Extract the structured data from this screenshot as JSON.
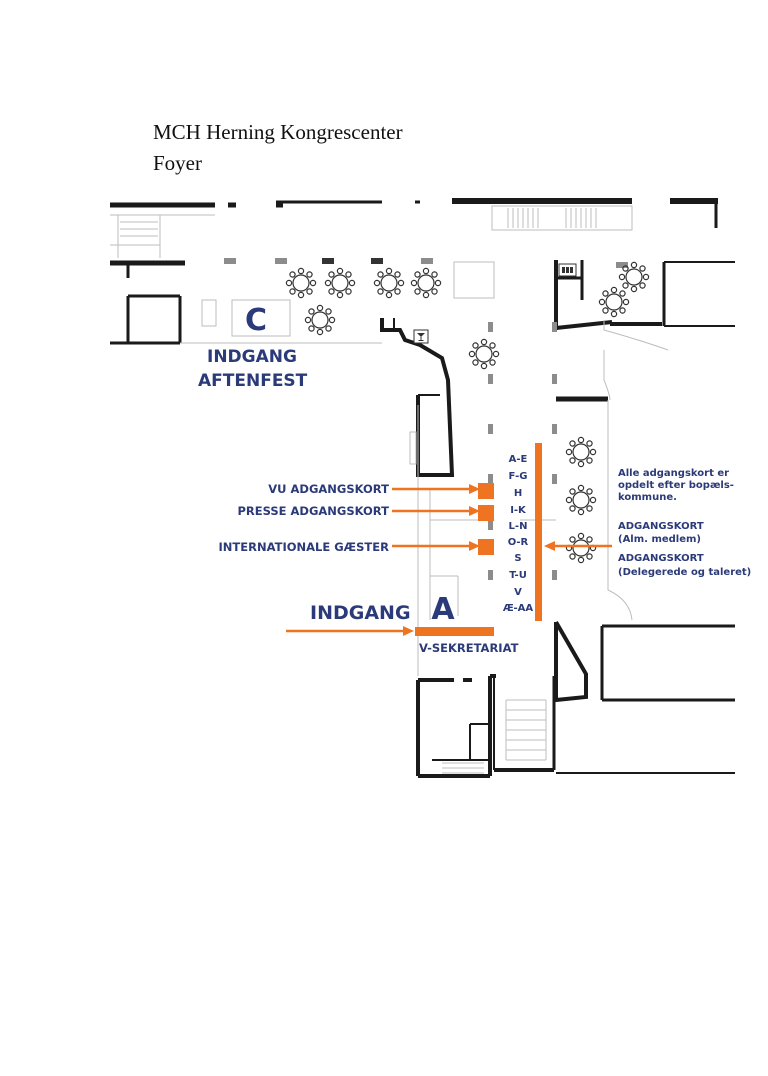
{
  "title": {
    "line1": "MCH Herning Kongrescenter",
    "line2": "Foyer"
  },
  "colors": {
    "accent": "#ee7421",
    "label": "#2b3a78",
    "wall": "#1a1a1a",
    "thin": "#bdbdbd",
    "pillar": "#8c8c8c"
  },
  "labels": {
    "zone_c": "C",
    "indgang_aftenfest_1": "INDGANG",
    "indgang_aftenfest_2": "AFTENFEST",
    "vu": "VU ADGANGSKORT",
    "presse": "PRESSE ADGANGSKORT",
    "internationale": "INTERNATIONALE GÆSTER",
    "indgang": "INDGANG",
    "zone_a": "A",
    "v_sekretariat": "V-SEKRETARIAT",
    "note_1": "Alle adgangskort er",
    "note_2": "opdelt efter bopæls-",
    "note_3": "kommune.",
    "alm_1": "ADGANGSKORT",
    "alm_2": "(Alm. medlem)",
    "del_1": "ADGANGSKORT",
    "del_2": "(Delegerede og taleret)"
  },
  "ranges": [
    "A-E",
    "F-G",
    "H",
    "I-K",
    "L-N",
    "O-R",
    "S",
    "T-U",
    "V",
    "Æ-AA"
  ],
  "icons": {
    "bar": "cocktail-glass-icon",
    "elevator": "elevator-icon",
    "table": "round-table-icon"
  }
}
